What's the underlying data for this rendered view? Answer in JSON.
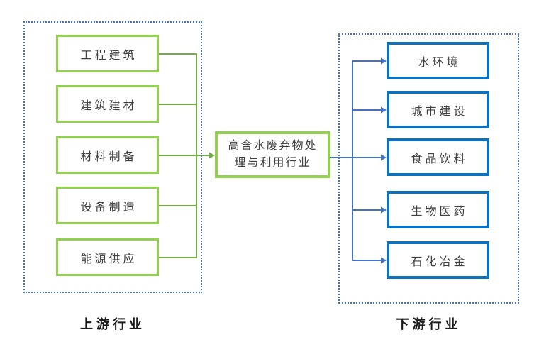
{
  "colors": {
    "green_box_border": "#92D050",
    "green_connector": "#70AD47",
    "blue_box_border": "#0E71BC",
    "blue_connector": "#4472C4",
    "dotted_container_border": "#4472C4",
    "box_text": "#404040",
    "caption_text": "#1a1a1a"
  },
  "upstream": {
    "caption": "上游行业",
    "items": [
      "工程建筑",
      "建筑建材",
      "材料制备",
      "设备制造",
      "能源供应"
    ]
  },
  "center": {
    "label": "高含水废弃物处理与利用行业",
    "lines": [
      "高含水废弃物处",
      "理与利用行业"
    ]
  },
  "downstream": {
    "caption": "下游行业",
    "items": [
      "水环境",
      "城市建设",
      "食品饮料",
      "生物医药",
      "石化冶金"
    ]
  }
}
